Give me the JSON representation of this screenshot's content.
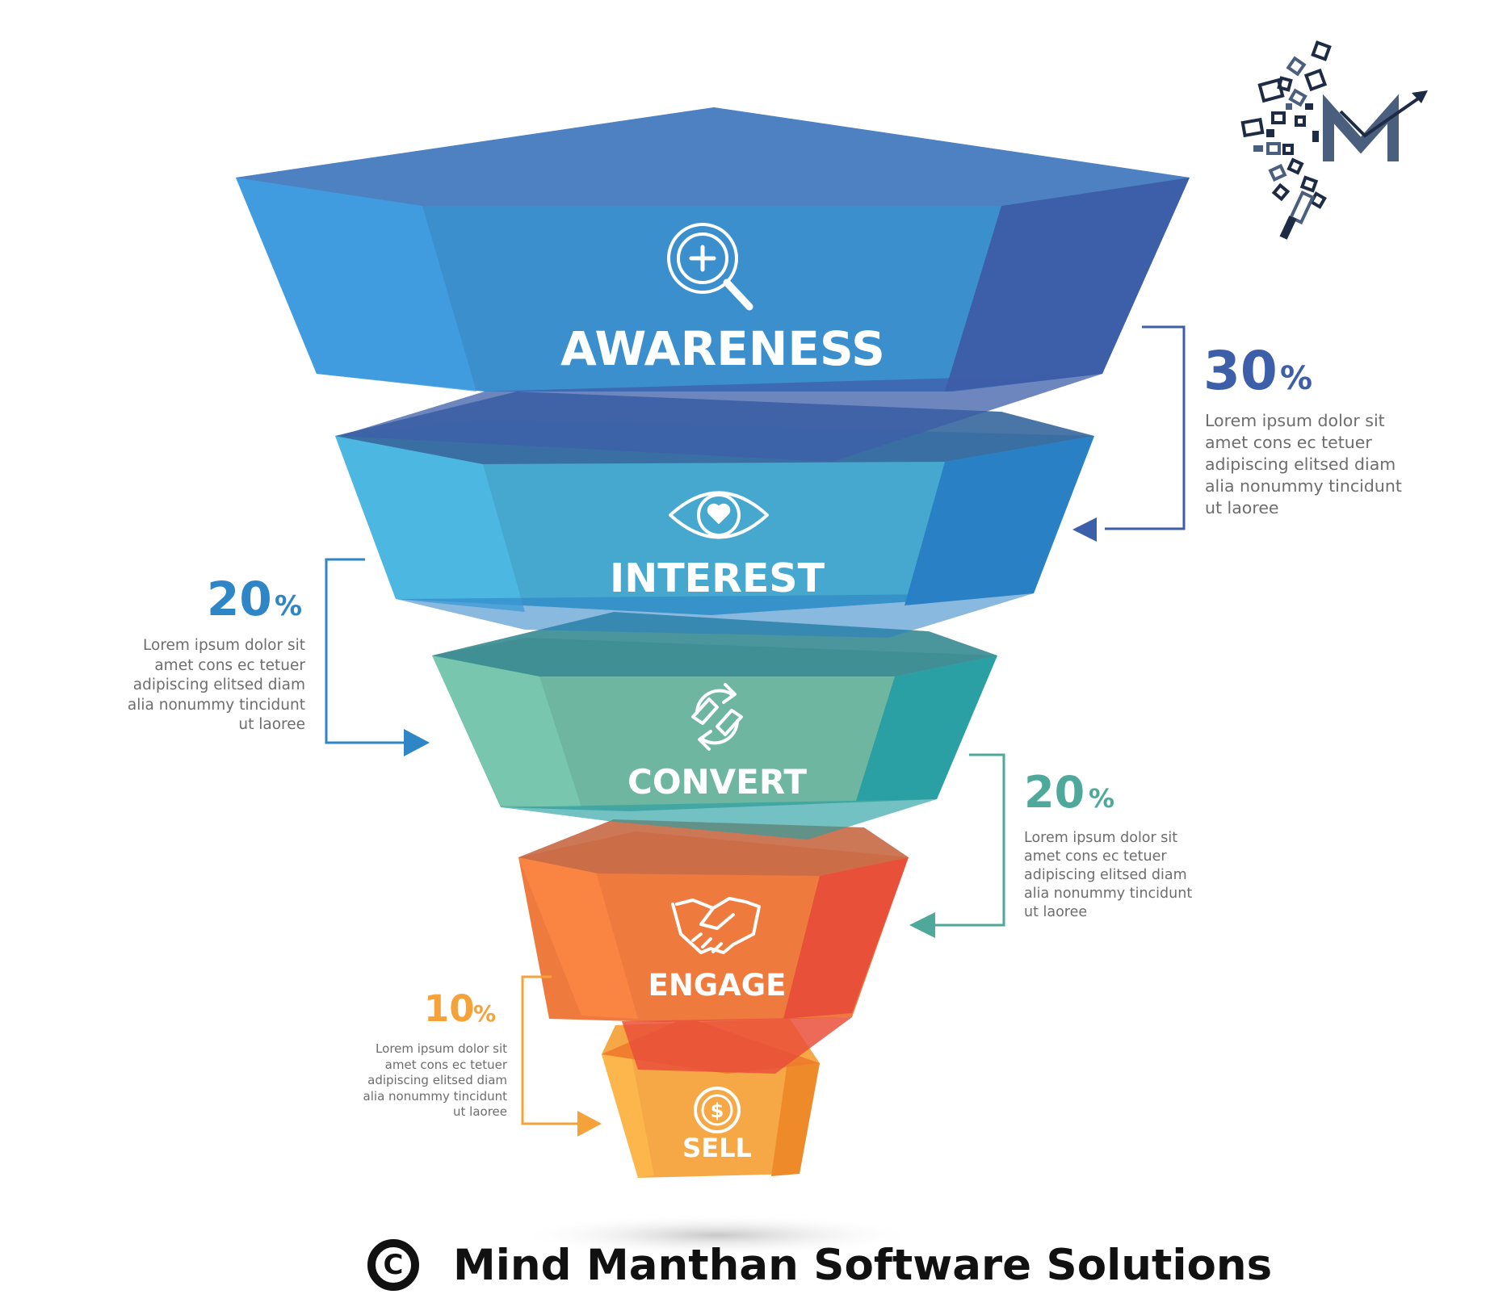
{
  "stages": [
    {
      "label": "AWARENESS",
      "icon": "magnifier-plus-icon",
      "color_top": "#4f80c0",
      "color_mid": "#3c8fcd",
      "color_dark": "#3d5ea8"
    },
    {
      "label": "INTEREST",
      "icon": "eye-heart-icon",
      "color_top": "#3a6aa0",
      "color_mid": "#46a8cf",
      "color_dark": "#2a80c4"
    },
    {
      "label": "CONVERT",
      "icon": "refresh-arrows-icon",
      "color_top": "#3c8c94",
      "color_mid": "#6fb6a0",
      "color_dark": "#2aa0a4"
    },
    {
      "label": "ENGAGE",
      "icon": "handshake-icon",
      "color_top": "#c86b46",
      "color_mid": "#ee7a3e",
      "color_dark": "#e9503a"
    },
    {
      "label": "SELL",
      "icon": "dollar-coin-icon",
      "color_top": "#ee7b2c",
      "color_mid": "#f6a746",
      "color_dark": "#ee8a2a"
    }
  ],
  "callouts": [
    {
      "percent": "30",
      "sign": "%",
      "color": "#3d5ea8",
      "text": "Lorem ipsum dolor sit\namet cons ec tetuer\nadipiscing elitsed diam\nalia nonummy tincidunt\nut laoree"
    },
    {
      "percent": "20",
      "sign": "%",
      "color": "#2f86c6",
      "text": "Lorem ipsum dolor sit\namet cons ec tetuer\nadipiscing elitsed diam\nalia nonummy tincidunt\nut laoree"
    },
    {
      "percent": "20",
      "sign": "%",
      "color": "#4ea99a",
      "text": "Lorem ipsum dolor sit\namet cons ec tetuer\nadipiscing elitsed diam\nalia nonummy tincidunt\nut laoree"
    },
    {
      "percent": "10",
      "sign": "%",
      "color": "#f5a23a",
      "text": "Lorem ipsum dolor sit\namet cons ec tetuer\nadipiscing elitsed diam\nalia nonummy tincidunt\nut laoree"
    }
  ],
  "logo": {
    "icon": "mm-logo-icon",
    "letters": "M",
    "color_dark": "#1e2b45",
    "color_mid": "#4a5e7e"
  },
  "footer": {
    "copyright_symbol": "C",
    "company": "Mind Manthan Software Solutions"
  }
}
